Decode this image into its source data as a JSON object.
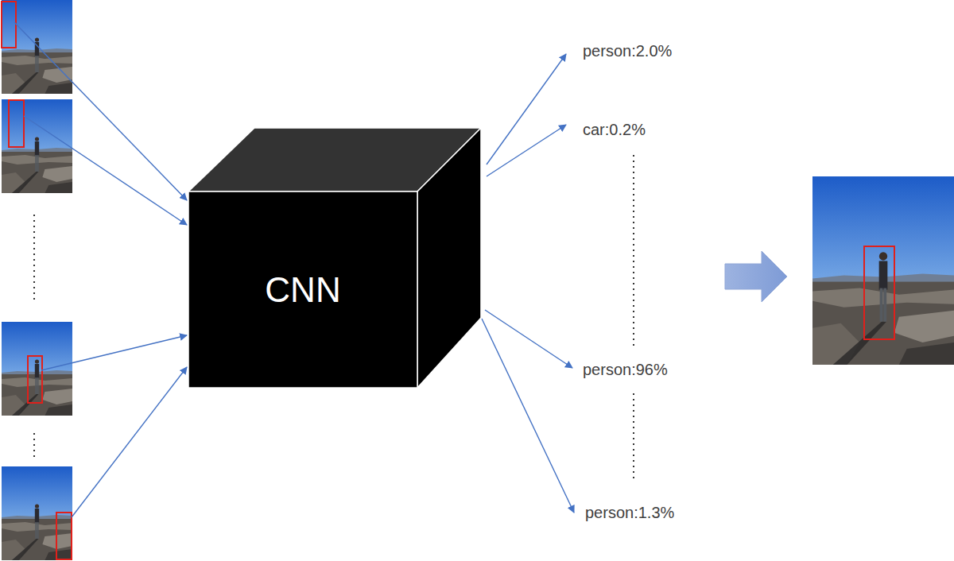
{
  "diagram": {
    "nodes": [
      {
        "text": [
          "CNN"
        ]
      }
    ],
    "labels": [
      "person:2.0%",
      "car:0.2%",
      "person:96%",
      "person:1.3%"
    ]
  }
}
